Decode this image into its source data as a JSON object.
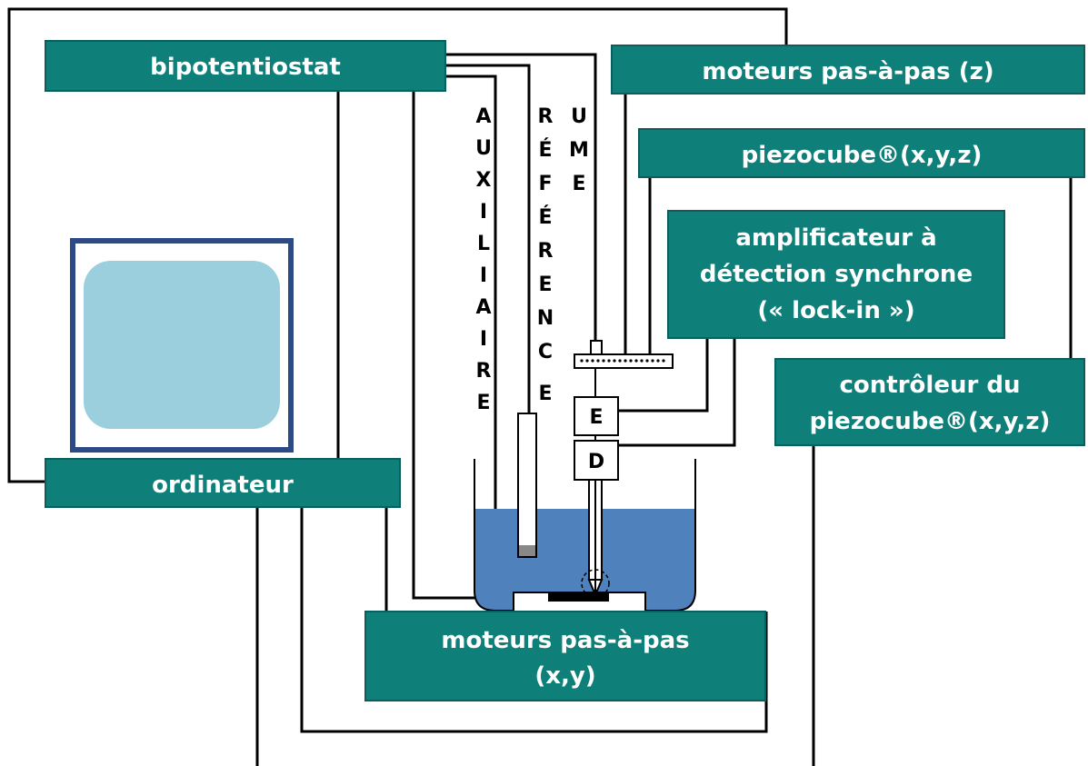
{
  "colors": {
    "box_fill": "#0f7f7a",
    "box_edge": "#0a5f5c",
    "liquid": "#4f81bd",
    "screen": "#9ccfdd",
    "monitor_frame": "#2b4a86"
  },
  "boxes": {
    "bipotentiostat": "bipotentiostat",
    "motors_z": "moteurs pas-à-pas (z)",
    "piezocube": "piezocube®(x,y,z)",
    "lockin": [
      "amplificateur à",
      "détection synchrone",
      "(« lock-in »)"
    ],
    "controller": [
      "contrôleur du",
      "piezocube®(x,y,z)"
    ],
    "ordinateur": "ordinateur",
    "motors_xy": [
      "moteurs pas-à-pas",
      "(x,y)"
    ]
  },
  "electrodes": {
    "auxiliaire": [
      "A",
      "U",
      "X",
      "I",
      "L",
      "I",
      "A",
      "I",
      "R",
      "E"
    ],
    "reference": [
      "R",
      "É",
      "F",
      "É",
      "R",
      "E",
      "N",
      "C",
      "E"
    ],
    "ume": [
      "U",
      "M",
      "E"
    ]
  },
  "modules": {
    "e_label": "E",
    "d_label": "D"
  },
  "icons": {
    "computer": "computer-monitor-icon"
  }
}
